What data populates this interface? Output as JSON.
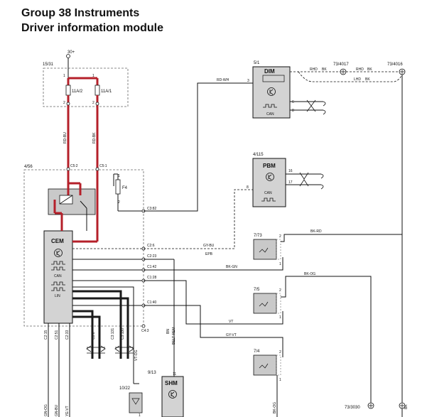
{
  "title": {
    "line1": "Group 38 Instruments",
    "line2": "Driver information module"
  },
  "diagram": {
    "supply_label": "30+",
    "fuse_group_id": "15/31",
    "fuse_a": "11A/2",
    "fuse_b": "11A/1",
    "fuse_pin_top": "1",
    "fuse_pin_bottom": "2",
    "wire_rd_bu": "RD-BU",
    "wire_rd_bk": "RD-BK",
    "cem_group_id": "4/56",
    "conn_c52": "C5:2",
    "conn_c51": "C5:1",
    "fuse_f4": "F4",
    "conn_c382": "C3:82",
    "conn_c26": "C2:6",
    "conn_c223": "C2:23",
    "conn_c142": "C1:42",
    "conn_c128": "C1:28",
    "conn_c140": "C1:40",
    "conn_c43": "C4:3",
    "cem_name": "CEM",
    "can_label": "CAN",
    "lin_label": "LIN",
    "bottom_connectors": [
      "C2:15",
      "C2:51",
      "C2:33",
      "C3:6",
      "C3:131",
      "C3:130"
    ],
    "wire_vt_og": "VT-OG",
    "wire_bn": "BN",
    "belt_rem": "BELT REM",
    "wire_gn_og": "GN-OG",
    "wire_gn_bu": "GN-BU",
    "wire_ye_vt": "YE-VT",
    "module_10_22": "10/22",
    "module_9_13": "9/13",
    "shm_name": "SHM",
    "shm_pin": "11",
    "dim_id": "5/1",
    "dim_name": "DIM",
    "wire_rd_wh": "RD-WH",
    "dim_pin_3": "3",
    "dim_pin_6": "6",
    "dim_pin_8": "8",
    "ground_73_4017": "73/4017",
    "ground_73_4016": "73/4016",
    "rhd": "RHD",
    "lhd": "LHD",
    "wire_bk": "BK",
    "pbm_id": "4/115",
    "pbm_name": "PBM",
    "pbm_pin_16": "16",
    "pbm_pin_17": "17",
    "pbm_pin_8": "8",
    "wire_gy_bu": "GY-BU",
    "epb": "EPB",
    "switch_7_73": "7/73",
    "wire_bk_rd": "BK-RD",
    "wire_bk_gn": "BK-GN",
    "switch_7_5": "7/5",
    "wire_bk_og": "BK-OG",
    "wire_vt": "VT",
    "wire_gy_vt": "GY-VT",
    "switch_7_4": "7/4",
    "ground_73_3030": "73/3030",
    "pin_1": "1",
    "pin_2": "2"
  }
}
